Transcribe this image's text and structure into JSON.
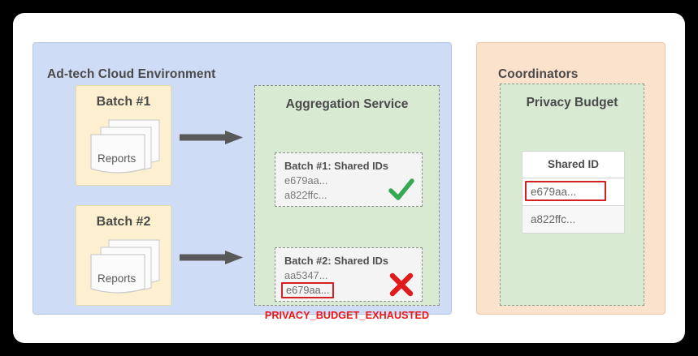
{
  "diagram": {
    "title_visible": false,
    "colors": {
      "panel_blue_bg": "#cfdcf6",
      "panel_orange_bg": "#fbe2cc",
      "panel_green_bg": "#d9ead3",
      "batch_yellow_bg": "#fdf0d0",
      "error_red": "#f01414",
      "flag_red": "#d32020",
      "check_green": "#34a853",
      "arrow_gray": "#595959"
    }
  },
  "adtech": {
    "title": "Ad-tech Cloud Environment",
    "batches": [
      {
        "label": "Batch #1",
        "docs_label": "Reports"
      },
      {
        "label": "Batch #2",
        "docs_label": "Reports"
      }
    ],
    "aggregation": {
      "title": "Aggregation Service",
      "groups": [
        {
          "header": "Batch #1: Shared IDs",
          "ids": [
            "e679aa...",
            "a822ffc..."
          ],
          "flagged_id": null,
          "status_icon": "check-icon",
          "status": "accepted"
        },
        {
          "header": "Batch #2: Shared IDs",
          "ids": [
            "aa5347..."
          ],
          "flagged_id": "e679aa...",
          "status_icon": "cross-icon",
          "status": "rejected"
        }
      ],
      "error_message": "PRIVACY_BUDGET_EXHAUSTED"
    }
  },
  "coordinators": {
    "title": "Coordinators",
    "privacy_budget": {
      "title": "Privacy Budget",
      "table": {
        "columns": [
          "Shared ID"
        ],
        "rows": [
          {
            "value": "e679aa...",
            "flagged": true
          },
          {
            "value": "a822ffc...",
            "flagged": false
          }
        ]
      }
    }
  }
}
